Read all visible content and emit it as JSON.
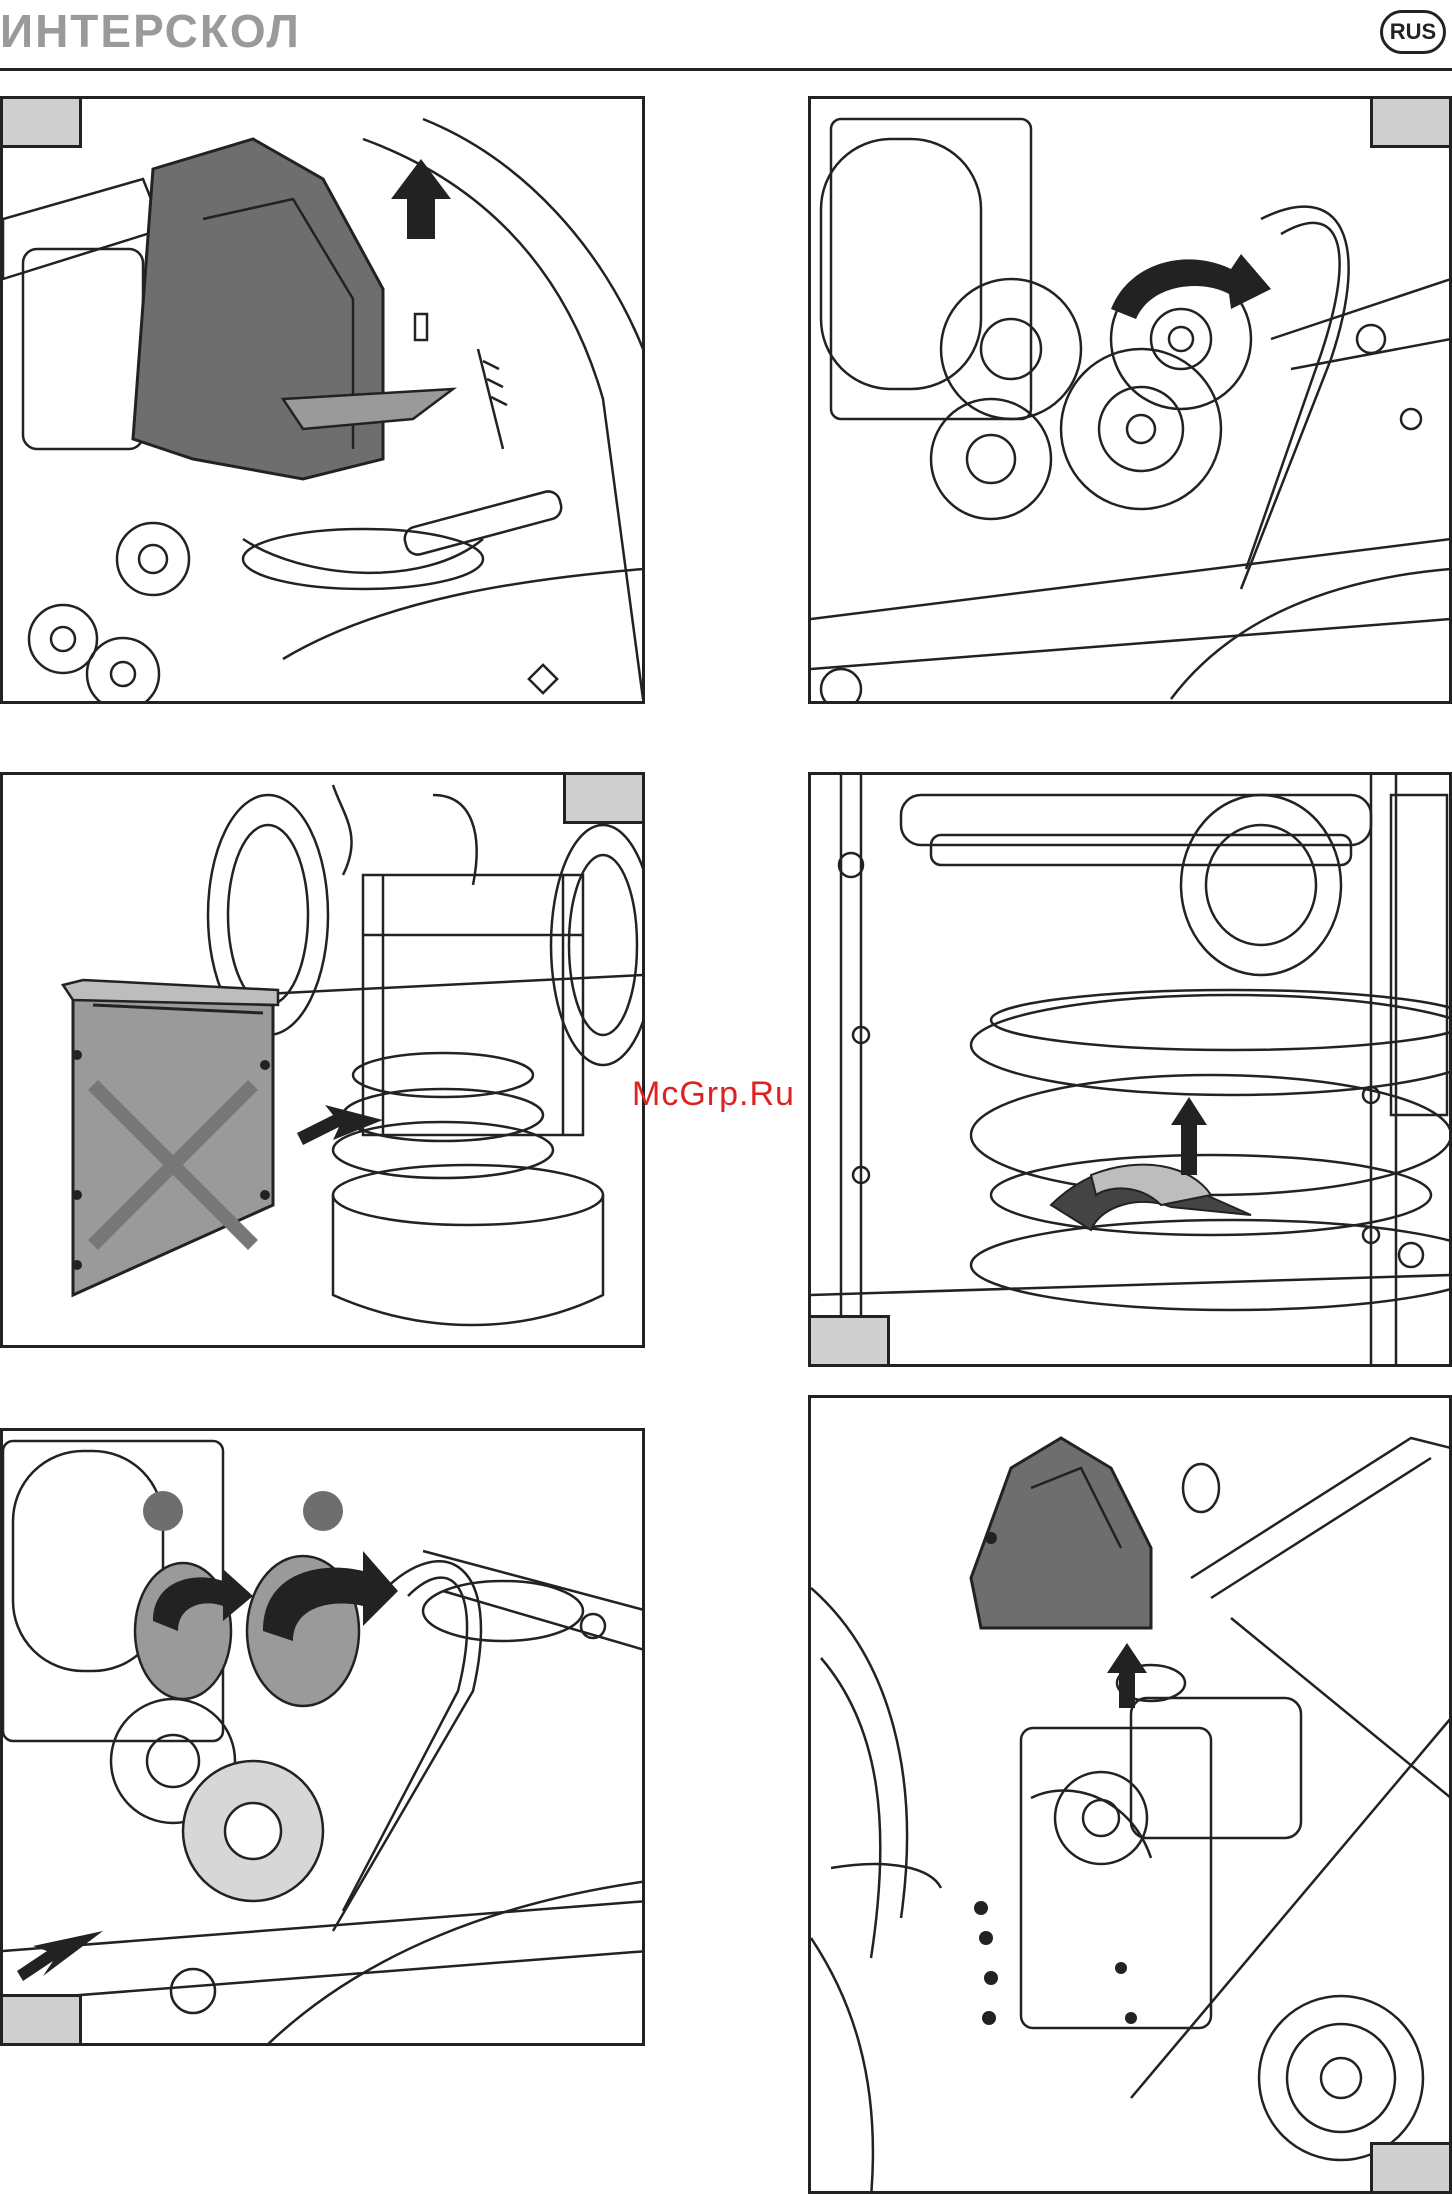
{
  "header": {
    "brand": "ИНТЕРСКОЛ",
    "lang": "RUS"
  },
  "watermark": "McGrp.Ru",
  "colors": {
    "tag_gray": "#cfcfcf",
    "part_gray": "#6e6e6e",
    "light_gray": "#bdbdbd",
    "line": "#222222",
    "watermark_red": "#dd2222"
  },
  "panels": [
    {
      "id": "step-1",
      "tag": "top-left"
    },
    {
      "id": "step-2",
      "tag": "top-right"
    },
    {
      "id": "step-3",
      "tag": "top-right"
    },
    {
      "id": "step-4",
      "tag": "bottom-left"
    },
    {
      "id": "step-5",
      "tag": "bottom-left"
    },
    {
      "id": "step-6",
      "tag": "bottom-right"
    }
  ]
}
